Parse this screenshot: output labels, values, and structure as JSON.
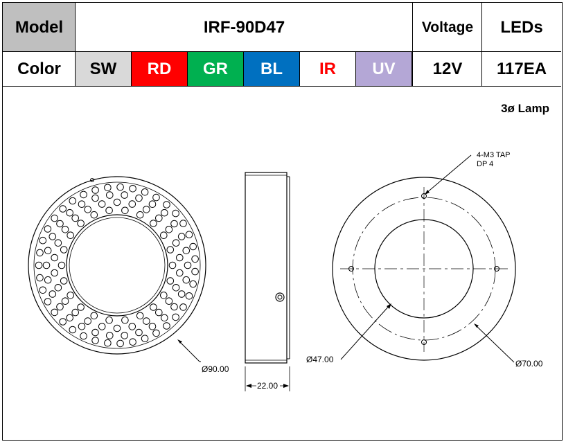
{
  "header": {
    "model_label": "Model",
    "model_value": "IRF-90D47",
    "voltage_label": "Voltage",
    "leds_label": "LEDs",
    "color_label": "Color",
    "voltage_value": "12V",
    "leds_value": "117EA"
  },
  "colors": [
    {
      "label": "SW",
      "bg": "#d9d9d9",
      "fg": "#000000"
    },
    {
      "label": "RD",
      "bg": "#ff0000",
      "fg": "#ffffff"
    },
    {
      "label": "GR",
      "bg": "#00b050",
      "fg": "#ffffff"
    },
    {
      "label": "BL",
      "bg": "#0070c0",
      "fg": "#ffffff"
    },
    {
      "label": "IR",
      "bg": "#ffffff",
      "fg": "#ff0000"
    },
    {
      "label": "UV",
      "bg": "#b4a7d6",
      "fg": "#ffffff"
    }
  ],
  "lamp_label": "3ø Lamp",
  "dimensions": {
    "outer_diameter": "Ø90.00",
    "thickness": "22.00",
    "inner_diameter": "Ø47.00",
    "bolt_circle": "Ø70.00",
    "tap_line1": "4-M3 TAP",
    "tap_line2": "DP 4"
  },
  "led_rows": [
    22,
    26,
    30,
    39
  ]
}
